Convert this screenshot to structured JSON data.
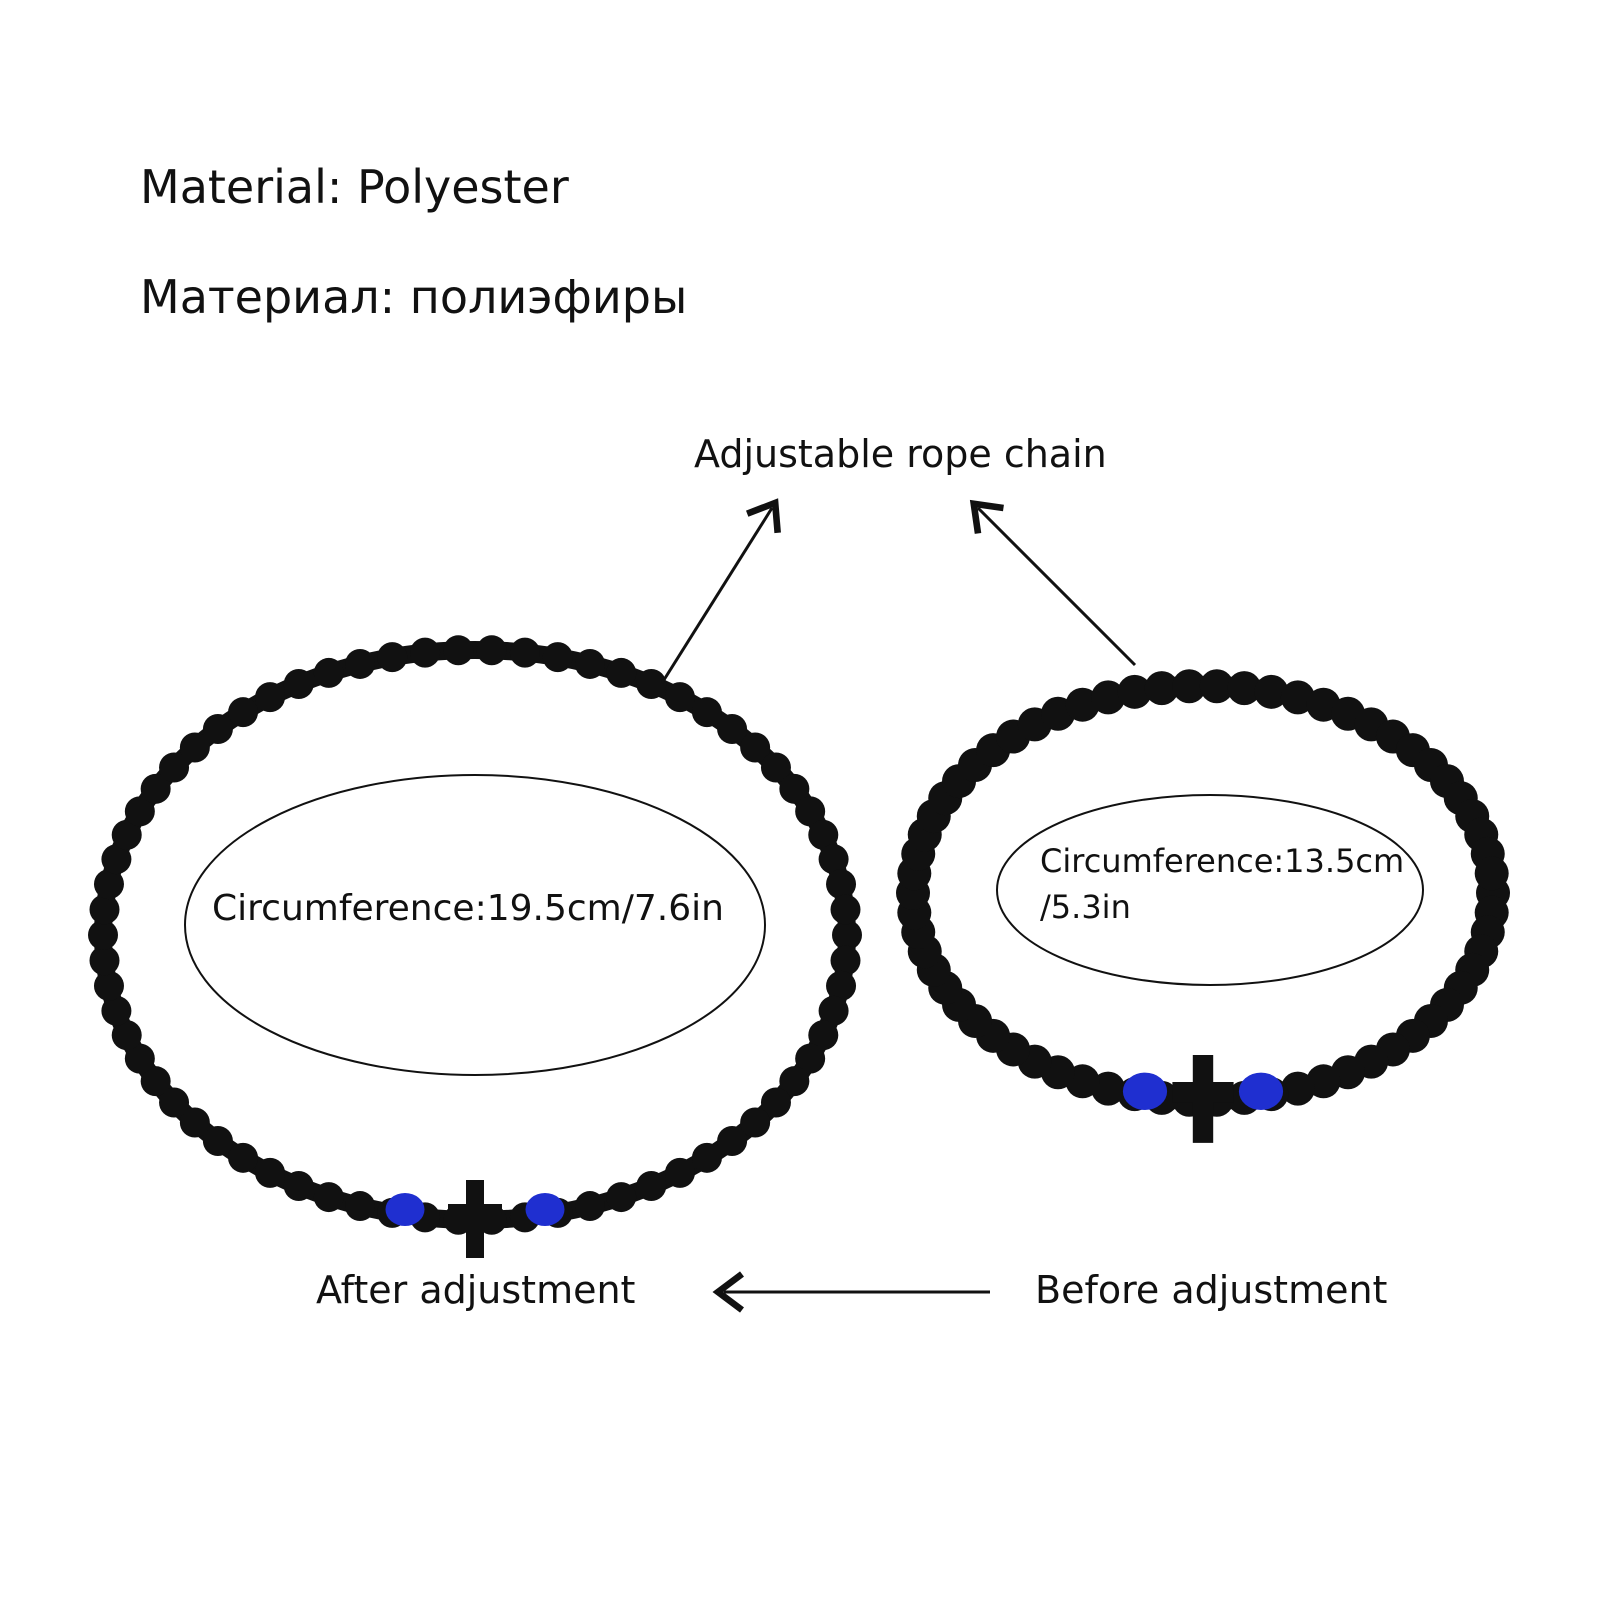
{
  "material_en": "Material: Polyester",
  "material_ru": "Материал: полиэфиры",
  "rope_label": "Adjustable rope chain",
  "large_bracelet": {
    "circumference": "Circumference:19.5cm/7.6in"
  },
  "small_bracelet": {
    "circumference_line1": "Circumference:13.5cm",
    "circumference_line2": "/5.3in"
  },
  "after_label": "After adjustment",
  "before_label": "Before adjustment",
  "colors": {
    "cord": "#111111",
    "bead": "#1f2fd0"
  }
}
